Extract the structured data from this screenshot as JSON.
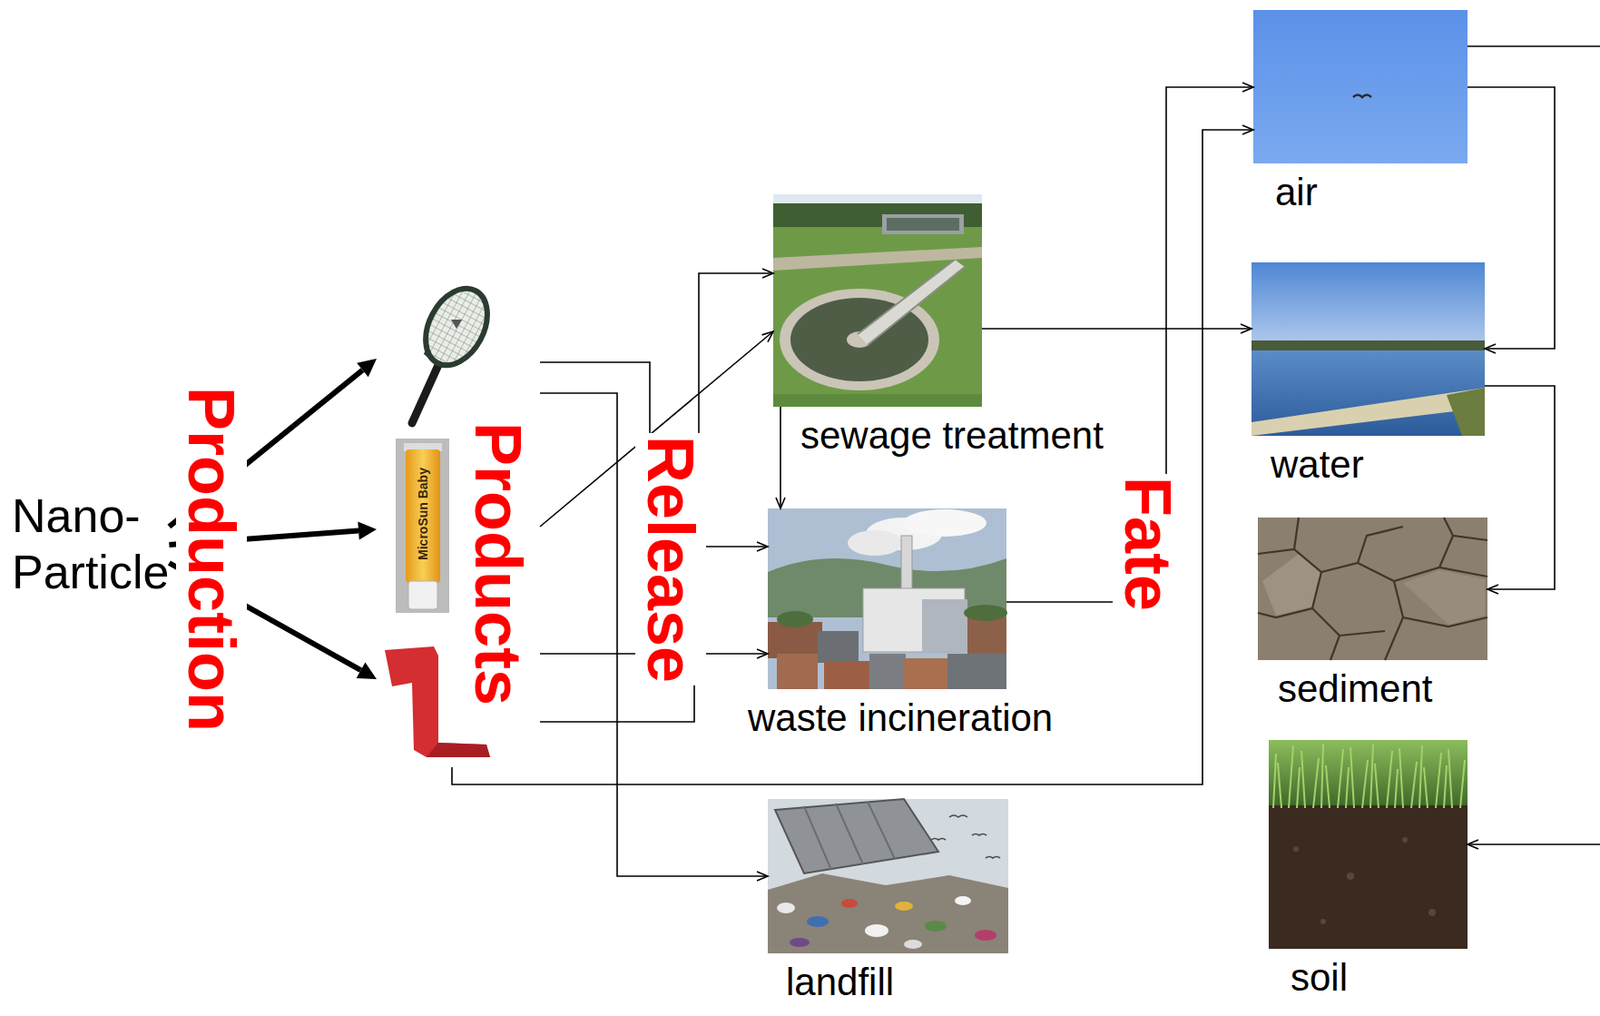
{
  "diagram": {
    "nodes": [
      {
        "text": [
          "Nano- Particle"
        ]
      },
      {
        "text": [
          "Products"
        ]
      },
      {
        "text": [
          "sewage treatment"
        ]
      },
      {
        "text": [
          "waste incineration"
        ]
      },
      {
        "text": [
          "landfill"
        ]
      },
      {
        "text": [
          "air"
        ]
      },
      {
        "text": [
          "water"
        ]
      },
      {
        "text": [
          "sediment"
        ]
      },
      {
        "text": [
          "soil"
        ]
      }
    ],
    "edges": [
      {
        "from": 0,
        "to": 1,
        "arrow": "to"
      },
      {
        "from": 0,
        "to": 1,
        "arrow": "to"
      },
      {
        "from": 0,
        "to": 1,
        "arrow": "to"
      },
      {
        "from": 1,
        "to": 2,
        "arrow": "to"
      },
      {
        "from": 1,
        "to": 2,
        "arrow": "to"
      },
      {
        "from": 1,
        "to": 3,
        "arrow": "to"
      },
      {
        "from": 1,
        "to": 3,
        "arrow": "to"
      },
      {
        "from": 1,
        "to": 4,
        "arrow": "to"
      },
      {
        "from": 1,
        "to": 5,
        "arrow": "to"
      },
      {
        "from": 2,
        "to": 6,
        "arrow": "to"
      },
      {
        "from": 2,
        "to": 3,
        "arrow": "to"
      },
      {
        "from": 3,
        "to": 5,
        "arrow": "to"
      },
      {
        "from": 5,
        "to": 6,
        "arrow": "to"
      },
      {
        "from": 6,
        "to": 7,
        "arrow": "to"
      },
      {
        "from": 5,
        "to": 8,
        "arrow": "to"
      }
    ],
    "labels": [
      "Production",
      "Release",
      "Fate",
      "MicroSun Baby"
    ]
  }
}
